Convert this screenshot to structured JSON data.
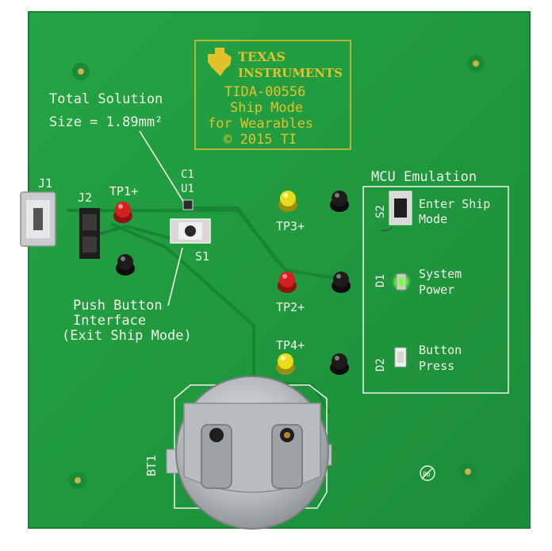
{
  "logo": {
    "brand_line1": "TEXAS",
    "brand_line2": "INSTRUMENTS",
    "board_id": "TIDA-00556",
    "subtitle_line1": "Ship Mode",
    "subtitle_line2": "for Wearables",
    "copyright": "© 2015 TI"
  },
  "labels": {
    "total_line1": "Total Solution",
    "total_line2": "Size = 1.89mm²",
    "c1": "C1",
    "u1": "U1",
    "s1": "S1",
    "j1": "J1",
    "j2": "J2",
    "tp1": "TP1+",
    "tp2": "TP2+",
    "tp3": "TP3+",
    "tp4": "TP4+",
    "push_line1": "Push Button",
    "push_line2": "Interface",
    "push_line3": "(Exit Ship Mode)",
    "mcu_title": "MCU Emulation",
    "s2": "S2",
    "enter_line1": "Enter Ship",
    "enter_line2": "Mode",
    "d1": "D1",
    "sys_line1": "System",
    "sys_line2": "Power",
    "d2": "D2",
    "btn_line1": "Button",
    "btn_line2": "Press",
    "bt1": "BT1",
    "pb_symbol": "Pb"
  },
  "colors": {
    "board_green": "#1f9a3e",
    "silkscreen": "#f2f2ea",
    "logo_gold": "#e2c22a",
    "led_green": "#7dff4a",
    "test_point_red": "#d32020",
    "test_point_yellow": "#e8dc1a"
  }
}
